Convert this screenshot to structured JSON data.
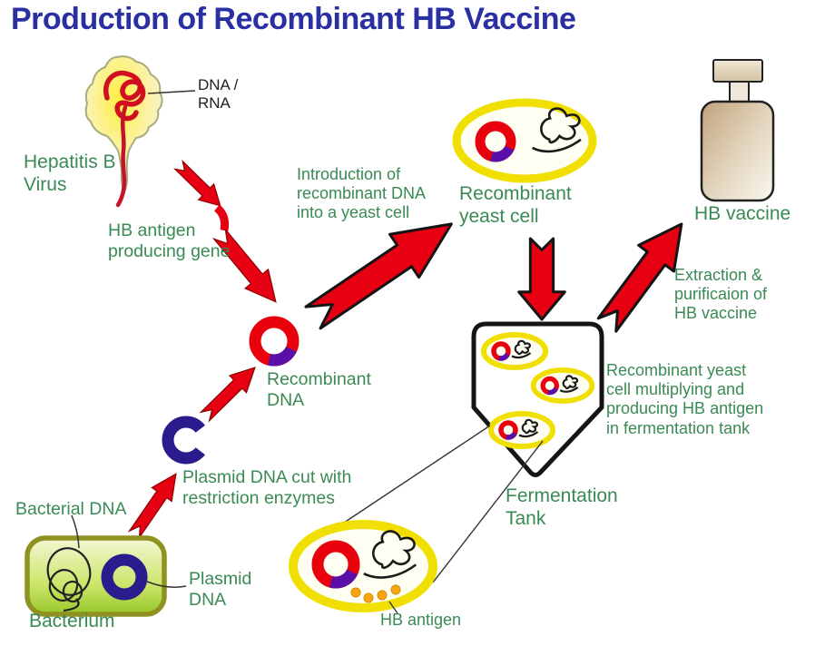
{
  "title": "Production of Recombinant HB Vaccine",
  "palette": {
    "title_blue": "#2A2FA2",
    "label_green": "#3A8A55",
    "arrow_red": "#E60012",
    "dna_red_ring": "#E8000D",
    "dna_purple_segment": "#5A0FA8",
    "plasmid_navy": "#2A1C8C",
    "yeast_cell_yellow": "#F0DF00",
    "virus_yellow": "#FFF23C",
    "bacterium_green": "#9EC register",
    "hb_antigen_orange": "#F6A513",
    "bottle_tan": "#C9AD8A"
  },
  "labels": {
    "dna_rna": "DNA /\nRNA",
    "hepatitis_b_virus": "Hepatitis B\nVirus",
    "hb_antigen_gene": "HB antigen\nproducing gene",
    "introduction": "Introduction of\nrecombinant DNA\ninto a yeast cell",
    "recombinant_yeast_cell": "Recombinant\nyeast cell",
    "hb_vaccine": "HB vaccine",
    "extraction": "Extraction &\npurificaion of\nHB vaccine",
    "recombinant_dna": "Recombinant\nDNA",
    "plasmid_cut": "Plasmid DNA cut with\nrestriction enzymes",
    "multiplying": "Recombinant yeast\ncell multiplying and\nproducing HB antigen\nin fermentation tank",
    "fermentation_tank": "Fermentation\nTank",
    "bacterial_dna": "Bacterial DNA",
    "plasmid_dna": "Plasmid\nDNA",
    "bacterium": "Bacterium",
    "hb_antigen": "HB antigen"
  }
}
